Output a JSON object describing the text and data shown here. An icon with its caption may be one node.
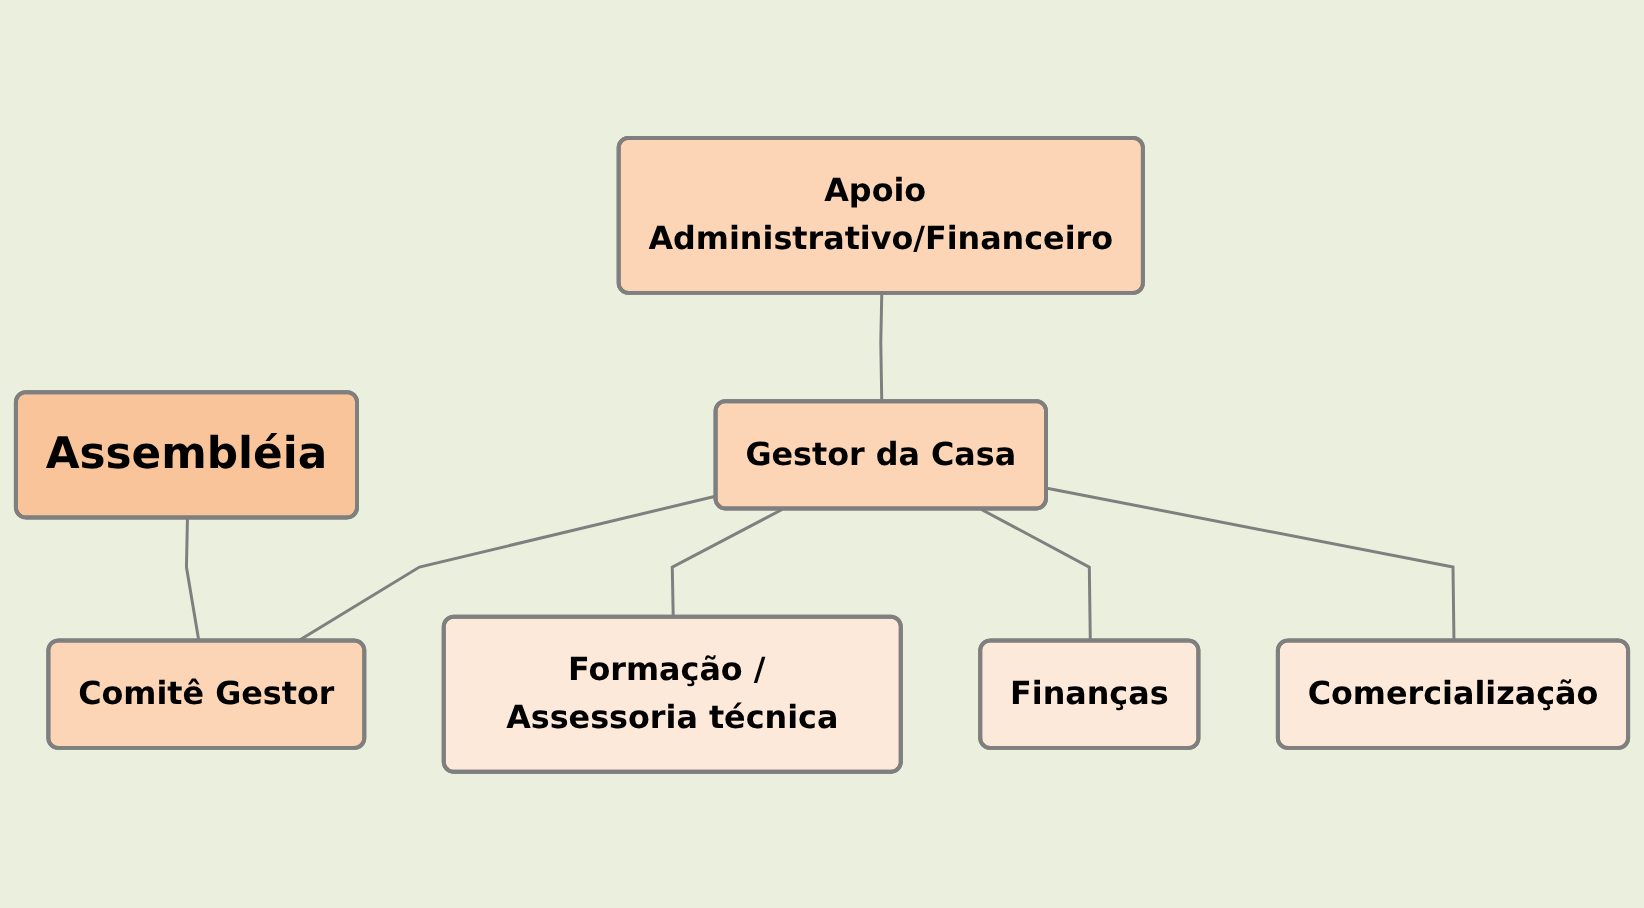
{
  "diagram": {
    "nodes": [
      {
        "text": [
          "Assembléia"
        ]
      },
      {
        "text": [
          "Apoio Administrativo/Financeiro"
        ]
      },
      {
        "text": [
          "Gestor da Casa"
        ]
      },
      {
        "text": [
          "Comitê Gestor"
        ]
      },
      {
        "text": [
          "Formação / Assessoria técnica"
        ]
      },
      {
        "text": [
          "Finanças"
        ]
      },
      {
        "text": [
          "Comercialização"
        ]
      }
    ],
    "edges": [
      {
        "from": 0,
        "to": 3,
        "arrow": "none"
      },
      {
        "from": 1,
        "to": 2,
        "arrow": "none"
      },
      {
        "from": 2,
        "to": 3,
        "arrow": "none"
      },
      {
        "from": 2,
        "to": 4,
        "arrow": "none"
      },
      {
        "from": 2,
        "to": 5,
        "arrow": "none"
      },
      {
        "from": 2,
        "to": 6,
        "arrow": "none"
      }
    ]
  }
}
